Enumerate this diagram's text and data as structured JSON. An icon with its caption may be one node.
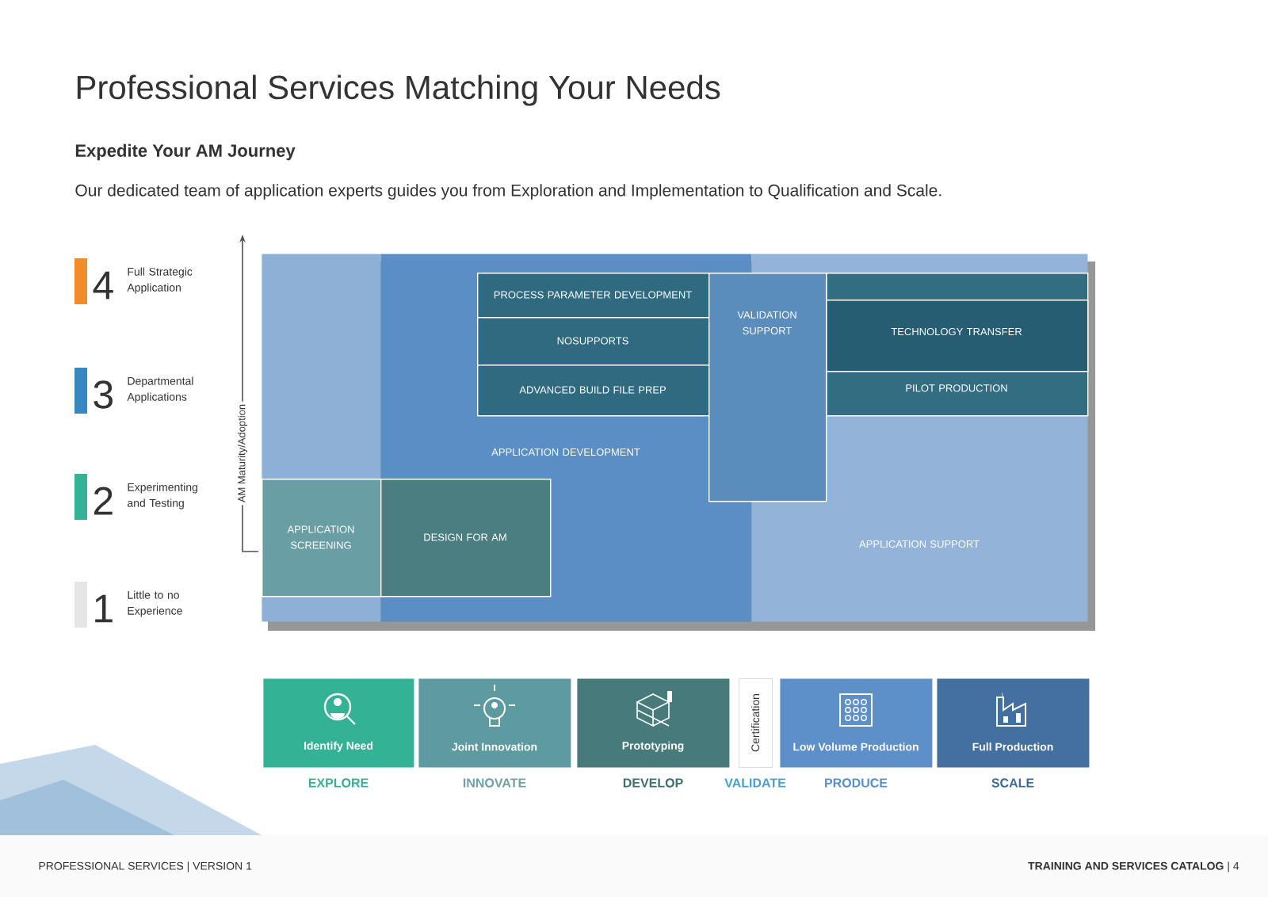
{
  "diagram": {
    "title": "Professional Services Matching Your Needs",
    "nodes": [
      {
        "text": [],
        "shape": "box"
      },
      {
        "text": [
          "APPLICATION DEVELOPMENT"
        ]
      },
      {
        "text": [
          "APPLICATION SUPPORT"
        ]
      },
      {
        "text": [
          "PROCESS PARAMETER DEVELOPMENT"
        ],
        "in": 1
      },
      {
        "text": [
          "NOSUPPORTS"
        ],
        "in": 1
      },
      {
        "text": [
          "ADVANCED BUILD FILE PREP"
        ],
        "in": 1
      },
      {
        "text": [
          "VALIDATION SUPPORT"
        ]
      },
      {
        "text": [
          "PILOT PRODUCTION"
        ],
        "in": 2
      },
      {
        "text": [
          "TECHNOLOGY TRANSFER"
        ],
        "in": 7
      },
      {
        "text": [
          "APPLICATION SCREENING"
        ],
        "in": 0
      },
      {
        "text": [
          "DESIGN FOR AM"
        ],
        "in": 1
      },
      {
        "text": [
          "Identify Need"
        ],
        "beside": [
          "EXPLORE"
        ]
      },
      {
        "text": [
          "Joint Innovation"
        ],
        "beside": [
          "INNOVATE"
        ]
      },
      {
        "text": [
          "Prototyping"
        ],
        "beside": [
          "DEVELOP"
        ]
      },
      {
        "text": [
          "Certification"
        ],
        "beside": [
          "VALIDATE"
        ]
      },
      {
        "text": [
          "Low Volume Production"
        ],
        "beside": [
          "PRODUCE"
        ]
      },
      {
        "text": [
          "Full Production"
        ],
        "beside": [
          "SCALE"
        ]
      }
    ],
    "labels": [
      "Expedite Your AM Journey",
      "Our dedicated team of application experts guides you from Exploration and Implementation to Qualification and Scale.",
      "4",
      "Full Strategic Application",
      "3",
      "Departmental Applications",
      "2",
      "Experimenting and Testing",
      "1",
      "Little to no Experience",
      "AM Maturity/Adoption",
      "PROFESSIONAL SERVICES | VERSION 1",
      "**TRAINING AND SERVICES CATALOG** | 4"
    ]
  }
}
